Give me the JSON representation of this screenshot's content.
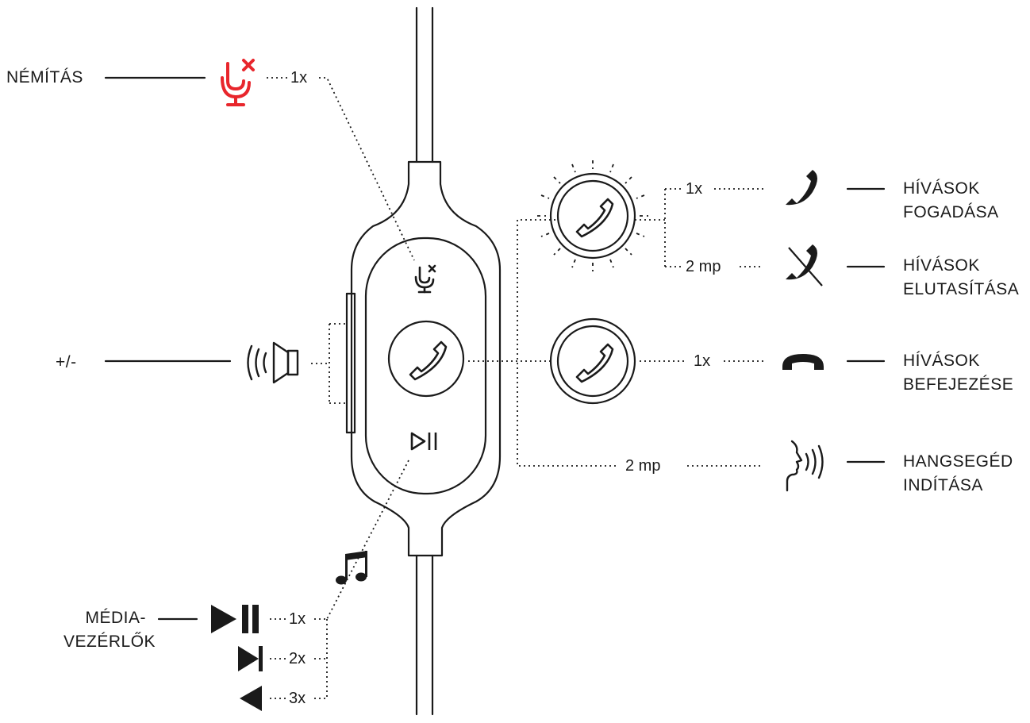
{
  "labels": {
    "mute": "NÉMÍTÁS",
    "volume": "+/-",
    "media_line1": "MÉDIA-",
    "media_line2": "VEZÉRLŐK",
    "answer_line1": "HÍVÁSOK",
    "answer_line2": "FOGADÁSA",
    "reject_line1": "HÍVÁSOK",
    "reject_line2": "ELUTASÍTÁSA",
    "end_line1": "HÍVÁSOK",
    "end_line2": "BEFEJEZÉSE",
    "voice_line1": "HANGSEGÉD",
    "voice_line2": "INDÍTÁSA"
  },
  "press_counts": {
    "mute": "1x",
    "answer": "1x",
    "reject": "2 mp",
    "end": "1x",
    "voice": "2 mp",
    "media_play": "1x",
    "media_next": "2x",
    "media_prev": "3x"
  },
  "colors": {
    "mute_accent": "#e8262c",
    "line": "#1a1a1a"
  },
  "icons": [
    "mute-mic-icon",
    "speaker-icon",
    "phone-handset-icon",
    "play-pause-icon",
    "music-note-icon",
    "phone-answer-icon",
    "phone-reject-icon",
    "phone-hangup-icon",
    "voice-assistant-icon",
    "skip-next-icon",
    "skip-prev-icon"
  ]
}
